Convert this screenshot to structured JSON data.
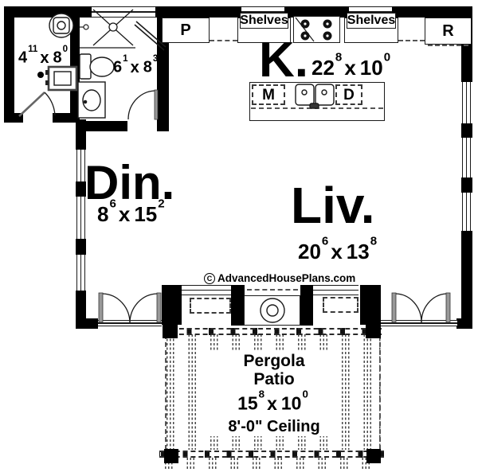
{
  "laundry": {
    "dim": {
      "feet_w": "4",
      "in_w": "11",
      "sep": "x",
      "feet_h": "8",
      "in_h": "0"
    }
  },
  "bath": {
    "dim": {
      "feet_w": "6",
      "in_w": "1",
      "sep": "x",
      "feet_h": "8",
      "in_h": "3"
    }
  },
  "kitchen": {
    "label": "K.",
    "dim": {
      "feet_w": "22",
      "in_w": "8",
      "sep": "x",
      "feet_h": "10",
      "in_h": "0"
    },
    "pantry_label": "P",
    "fridge_label": "R",
    "shelves_left": "Shelves",
    "shelves_right": "Shelves",
    "microwave_label": "M",
    "dishwasher_label": "D"
  },
  "dining": {
    "label": "Din.",
    "dim": {
      "feet_w": "8",
      "in_w": "6",
      "sep": "x",
      "feet_h": "15",
      "in_h": "2"
    }
  },
  "living": {
    "label": "Liv.",
    "dim": {
      "feet_w": "20",
      "in_w": "6",
      "sep": "x",
      "feet_h": "13",
      "in_h": "8"
    }
  },
  "patio": {
    "name_line1": "Pergola",
    "name_line2": "Patio",
    "dim": {
      "feet_w": "15",
      "in_w": "8",
      "sep": "x",
      "feet_h": "10",
      "in_h": "0"
    },
    "ceiling": "8'-0\" Ceiling"
  },
  "watermark": {
    "symbol": "C",
    "text": "AdvancedHousePlans.com"
  },
  "colors": {
    "wall": "#000000",
    "line": "#1a1a1a",
    "dash": "#555555",
    "bg": "#ffffff"
  }
}
